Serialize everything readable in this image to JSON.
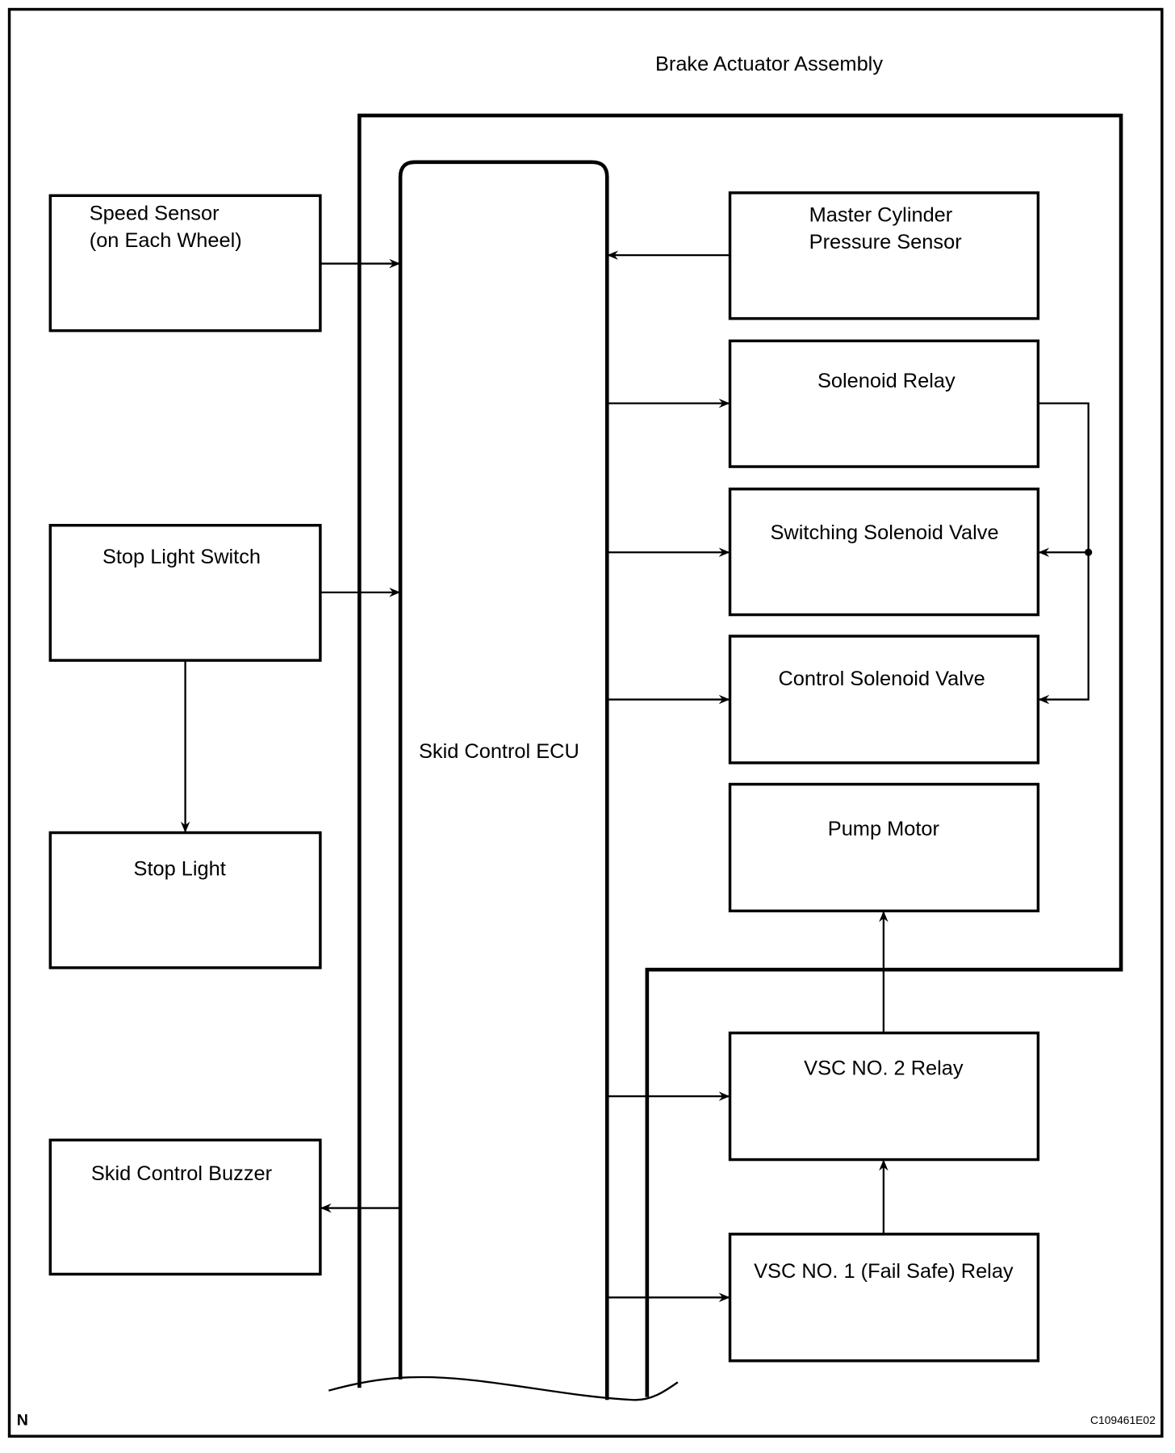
{
  "diagram": {
    "title": "Brake Actuator Assembly",
    "ecu": "Skid Control ECU",
    "left_blocks": {
      "speed_sensor": [
        "Speed Sensor",
        "(on Each Wheel)"
      ],
      "stop_light_switch": "Stop Light Switch",
      "stop_light": "Stop Light",
      "buzzer": "Skid Control Buzzer"
    },
    "right_blocks": {
      "master_cylinder": [
        "Master Cylinder",
        "Pressure Sensor"
      ],
      "solenoid_relay": "Solenoid Relay",
      "switching_valve": "Switching Solenoid Valve",
      "control_valve": "Control Solenoid Valve",
      "pump_motor": "Pump Motor",
      "vsc2_relay": "VSC NO. 2 Relay",
      "vsc1_relay": "VSC NO. 1 (Fail Safe) Relay"
    },
    "corner_mark": "N",
    "figure_code": "C109461E02"
  }
}
